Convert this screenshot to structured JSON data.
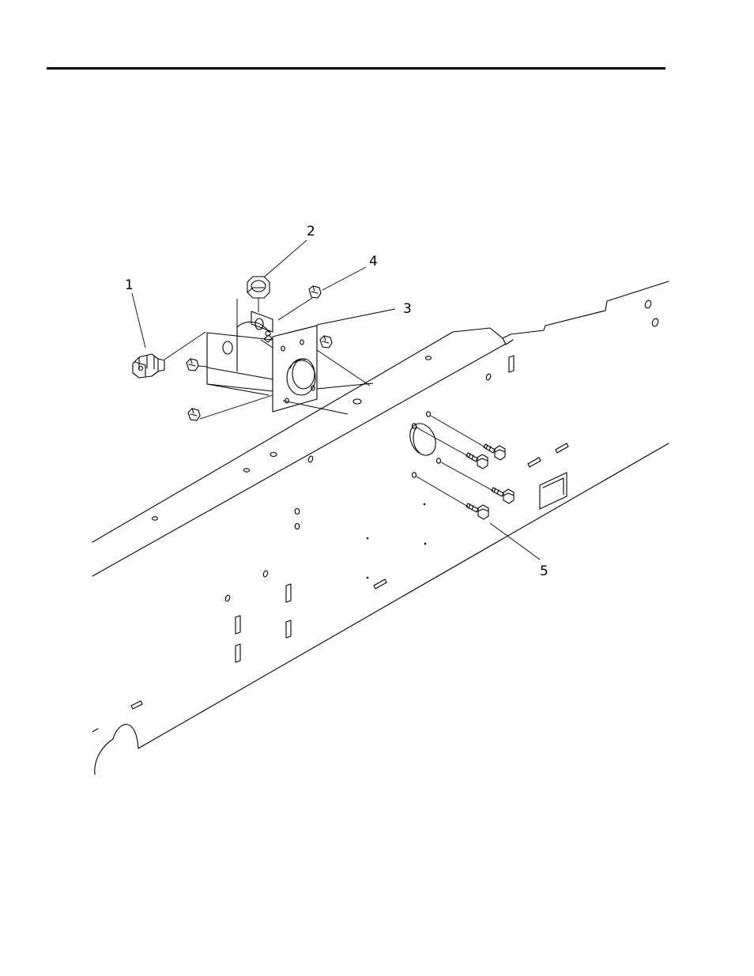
{
  "callouts": {
    "item1": "1",
    "item2": "2",
    "item3": "3",
    "item4": "4",
    "item5": "5"
  }
}
